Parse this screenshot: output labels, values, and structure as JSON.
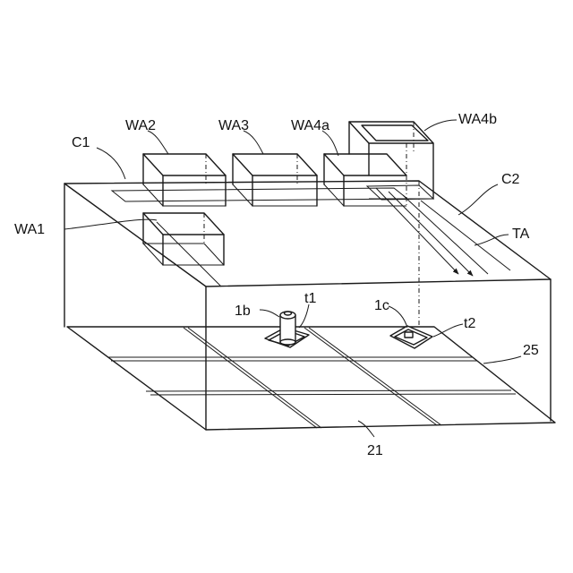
{
  "labels": {
    "wa1": "WA1",
    "wa2": "WA2",
    "wa3": "WA3",
    "wa4a": "WA4a",
    "wa4b": "WA4b",
    "c1": "C1",
    "c2": "C2",
    "ta": "TA",
    "b1": "1b",
    "c1b": "1c",
    "t1": "t1",
    "t2": "t2",
    "n25": "25",
    "n21": "21"
  }
}
